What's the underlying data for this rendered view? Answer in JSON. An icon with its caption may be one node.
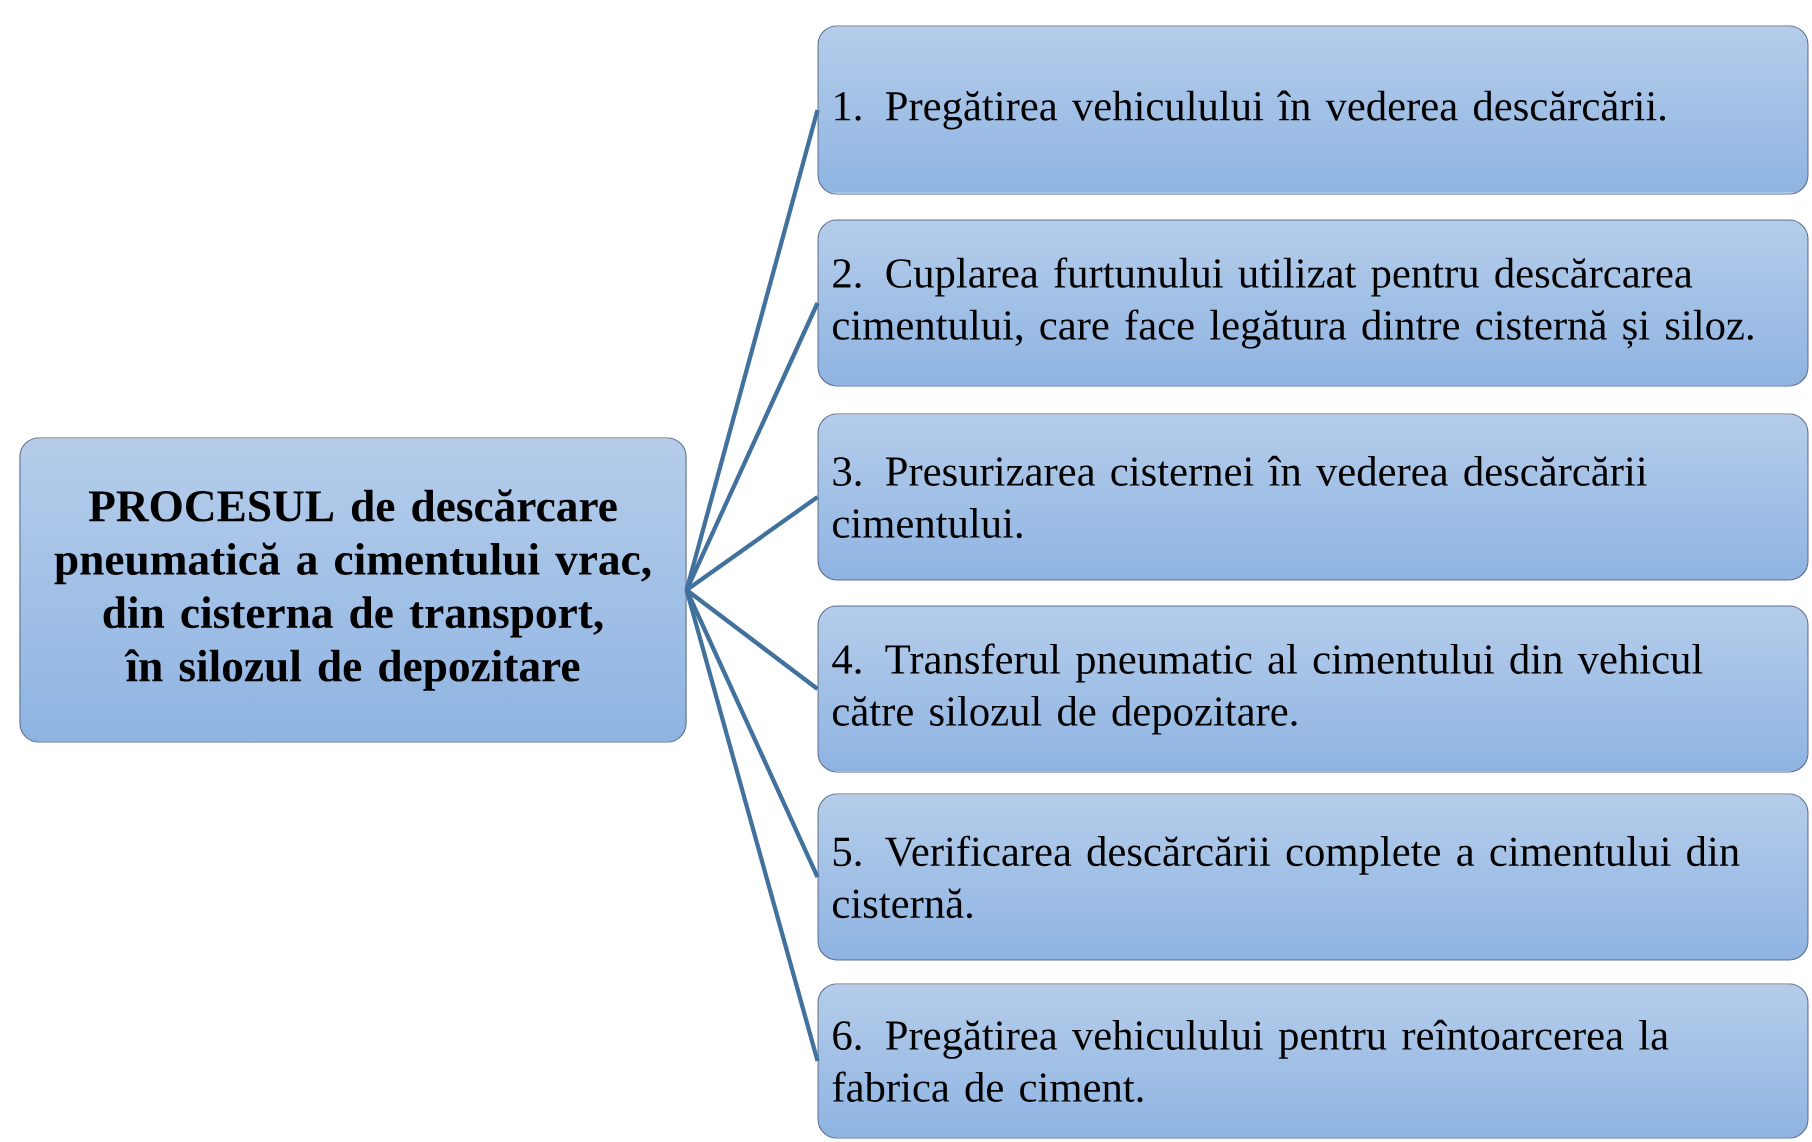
{
  "diagram": {
    "nodes": [
      {
        "text": [
          "PROCESUL de descărcare pneumatică a cimentului vrac, din cisterna de transport, în silozul de depozitare"
        ]
      },
      {
        "text": [
          "1. Pregătirea vehiculului în vederea descărcării."
        ]
      },
      {
        "text": [
          "2. Cuplarea furtunului utilizat pentru descărcarea cimentului, care face legătura dintre cisternă și siloz."
        ]
      },
      {
        "text": [
          "3. Presurizarea cisternei în vederea descărcării cimentului."
        ]
      },
      {
        "text": [
          "4. Transferul pneumatic al cimentului din vehicul către silozul de depozitare."
        ]
      },
      {
        "text": [
          "5. Verificarea descărcării complete a cimentului din cisternă."
        ]
      },
      {
        "text": [
          "6. Pregătirea vehiculului pentru reîntoarcerea la fabrica de ciment."
        ]
      }
    ],
    "edges": [
      {
        "from": 0,
        "to": 1,
        "arrow": "none"
      },
      {
        "from": 0,
        "to": 2,
        "arrow": "none"
      },
      {
        "from": 0,
        "to": 3,
        "arrow": "none"
      },
      {
        "from": 0,
        "to": 4,
        "arrow": "none"
      },
      {
        "from": 0,
        "to": 5,
        "arrow": "none"
      },
      {
        "from": 0,
        "to": 6,
        "arrow": "none"
      }
    ]
  }
}
